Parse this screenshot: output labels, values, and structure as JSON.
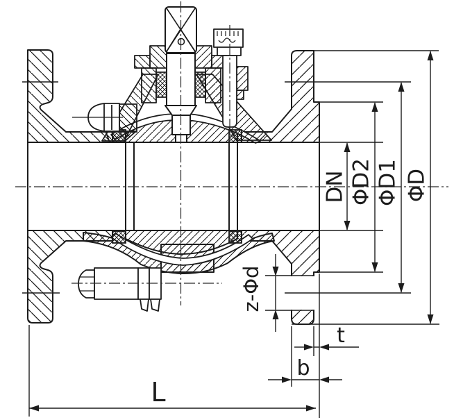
{
  "drawing": {
    "background": "#ffffff",
    "line_color": "#1c1c1c"
  },
  "labels": {
    "bore": "DN",
    "raised_face_dia": "ΦD2",
    "bolt_circle_dia": "ΦD1",
    "flange_outer_dia": "ΦD",
    "bolt_holes": "z-Φd",
    "raised_face_thickness": "t",
    "flange_thickness": "b",
    "face_to_face": "L"
  }
}
